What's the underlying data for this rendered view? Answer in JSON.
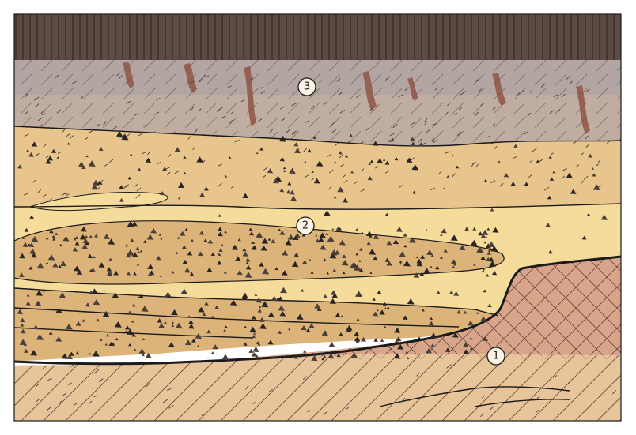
{
  "figure": {
    "labels": [
      {
        "id": "layer-1",
        "text": "1"
      },
      {
        "id": "layer-2",
        "text": "2"
      },
      {
        "id": "layer-3",
        "text": "3"
      }
    ]
  },
  "colors": {
    "frame": "#1a1a1a",
    "soil_top": "#5e4a44",
    "soil_top_hatch": "#2a201d",
    "grey_layer": "#b3a6a2",
    "grey_layer_lower": "#c8b3a0",
    "root_stain": "#8a4a3a",
    "sand_upper": "#e8c58c",
    "sand_light": "#f5dc9a",
    "gravel_lens": "#dcb47a",
    "bedrock": "#d9a58a",
    "bedrock_hatch": "#6b4a3e",
    "bottom_band": "#f0d9a4",
    "label_fill": "#fbf4e4"
  }
}
